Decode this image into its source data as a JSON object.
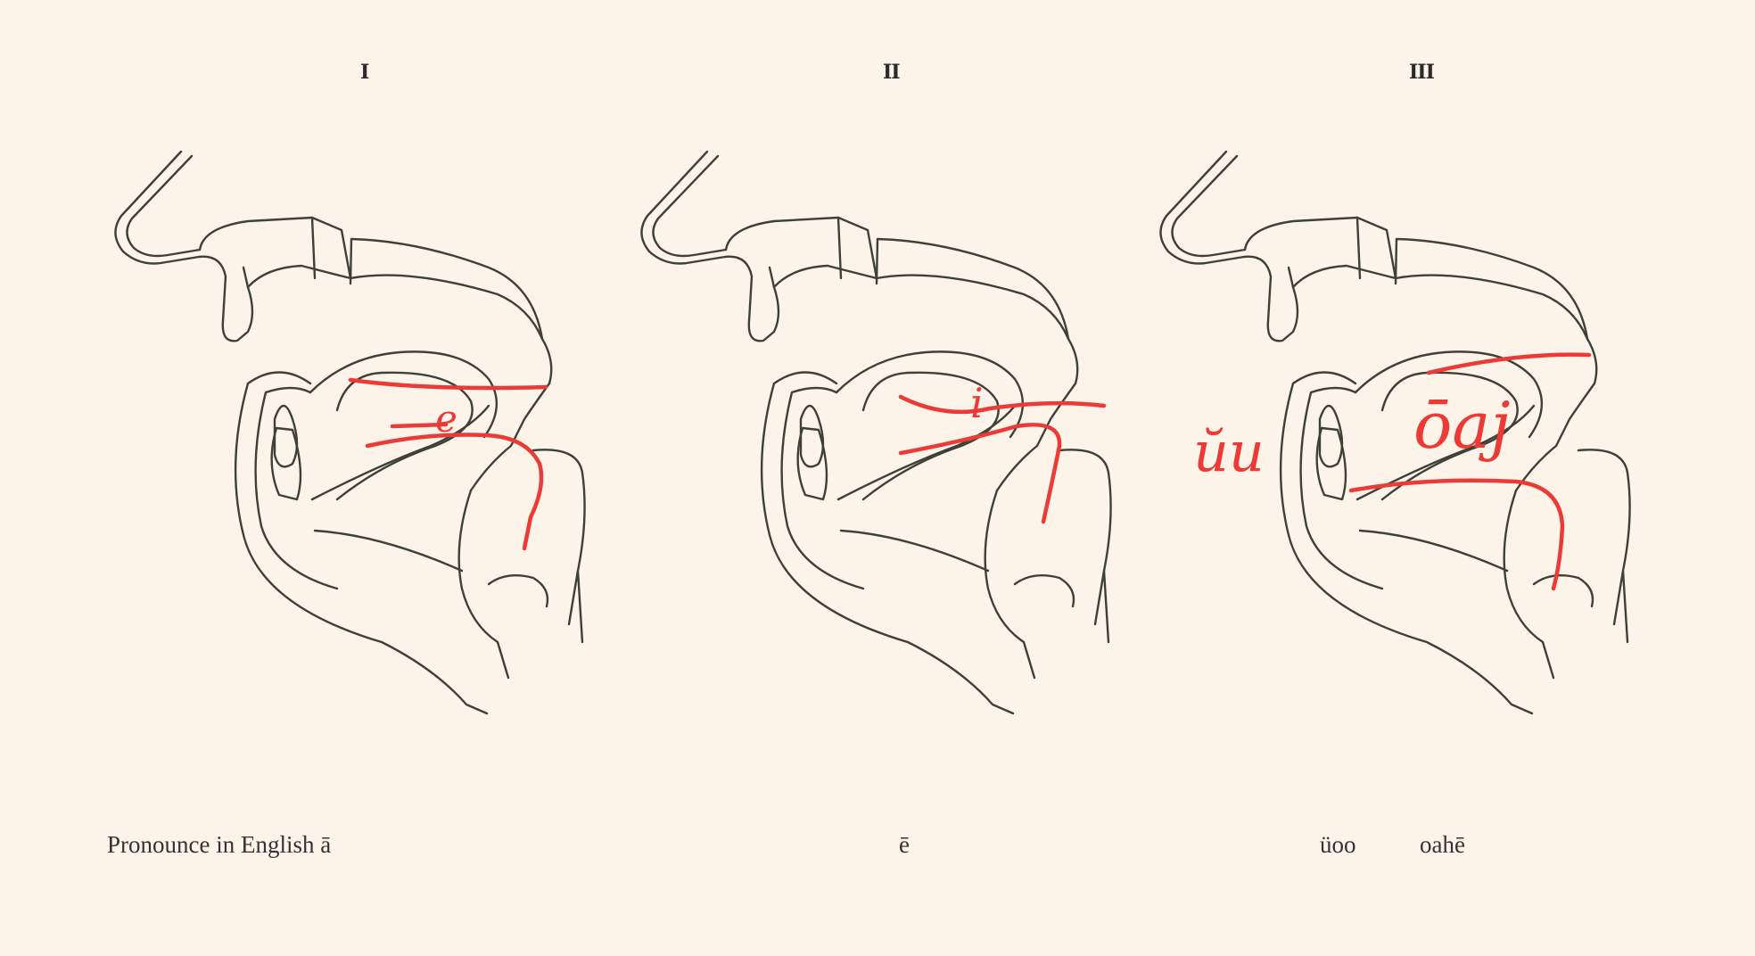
{
  "panels": [
    {
      "numeral": "I",
      "caption": "Pronounce in English ā",
      "vowels": [
        "e"
      ]
    },
    {
      "numeral": "II",
      "caption": "ē",
      "vowels": [
        "i"
      ]
    },
    {
      "numeral": "III",
      "caption_left": "üoo",
      "caption_right": "oahē",
      "vowels": [
        "ŭu",
        "ōaj"
      ]
    }
  ],
  "colors": {
    "background": "#fcf3e9",
    "outline": "#3d4138",
    "tongue_marking": "#ec3b37"
  }
}
